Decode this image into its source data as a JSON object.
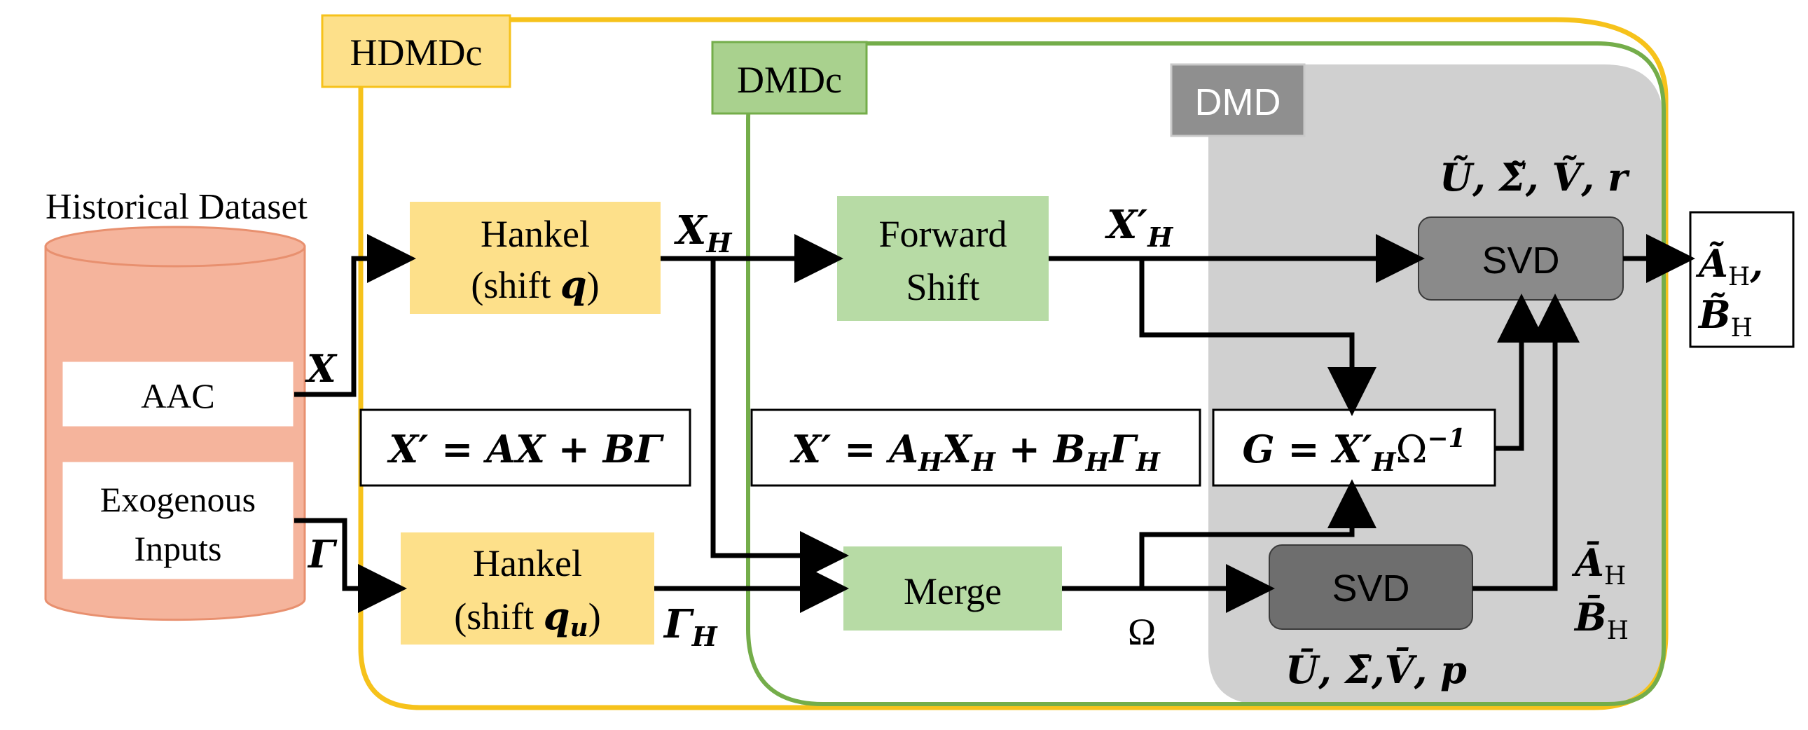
{
  "colors": {
    "hdmdc_border": "#f6c21b",
    "hdmdc_tag_fill": "#fde08a",
    "dmdc_border": "#74ad4a",
    "dmdc_tag_fill": "#a9d18e",
    "dmd_region": "#d0d0d0",
    "dmd_tag_fill": "#8f8f8f",
    "yellow_box": "#fde08a",
    "green_box": "#b7dba5",
    "svd_top": "#8a8a8a",
    "svd_bottom": "#6e6e6e",
    "cylinder": "#f5b49c",
    "cylinder_edge": "#e8906f"
  },
  "regions": {
    "hdmdc_label": "HDMDc",
    "dmdc_label": "DMDc",
    "dmd_label": "DMD"
  },
  "dataset": {
    "title": "Historical Dataset",
    "aac_label": "AAC",
    "exo_line1": "Exogenous",
    "exo_line2": "Inputs"
  },
  "blocks": {
    "hankel_q_line1": "Hankel",
    "hankel_q_line2_prefix": "(shift ",
    "hankel_q_var": "q",
    "hankel_q_line2_suffix": ")",
    "hankel_qu_line1": "Hankel",
    "hankel_qu_line2_prefix": "(shift ",
    "hankel_qu_var": "q",
    "hankel_qu_sub": "u",
    "hankel_qu_line2_suffix": ")",
    "forward_line1": "Forward",
    "forward_line2": "Shift",
    "merge": "Merge",
    "svd_top": "SVD",
    "svd_bottom": "SVD"
  },
  "equations": {
    "eq1": "X′ = AX + BΓ",
    "eq2_a": "X′ = A",
    "eq2_b": "H",
    "eq2_c": "X",
    "eq2_d": "H",
    "eq2_e": " + B",
    "eq2_f": "H",
    "eq2_g": "Γ",
    "eq2_h": "H",
    "g_a": "G = X′",
    "g_b": "H",
    "g_c": "Ω",
    "g_d": "−1"
  },
  "signals": {
    "x": "X",
    "gamma": "Γ",
    "xh": "X",
    "xh_sub": "H",
    "gammah": "Γ",
    "gammah_sub": "H",
    "xph": "X′",
    "xph_sub": "H",
    "omega": "Ω",
    "svd_top_params": "Ũ, Σ̃, Ṽ, r",
    "svd_bottom_params": "Ū, Σ̄,V̄, p",
    "a_bar": "Ā",
    "a_bar_sub": "H",
    "b_bar": "B̄",
    "b_bar_sub": "H"
  },
  "output": {
    "a": "Ã",
    "a_sub": "H",
    "a_suffix": ",",
    "b": "B̃",
    "b_sub": "H"
  }
}
